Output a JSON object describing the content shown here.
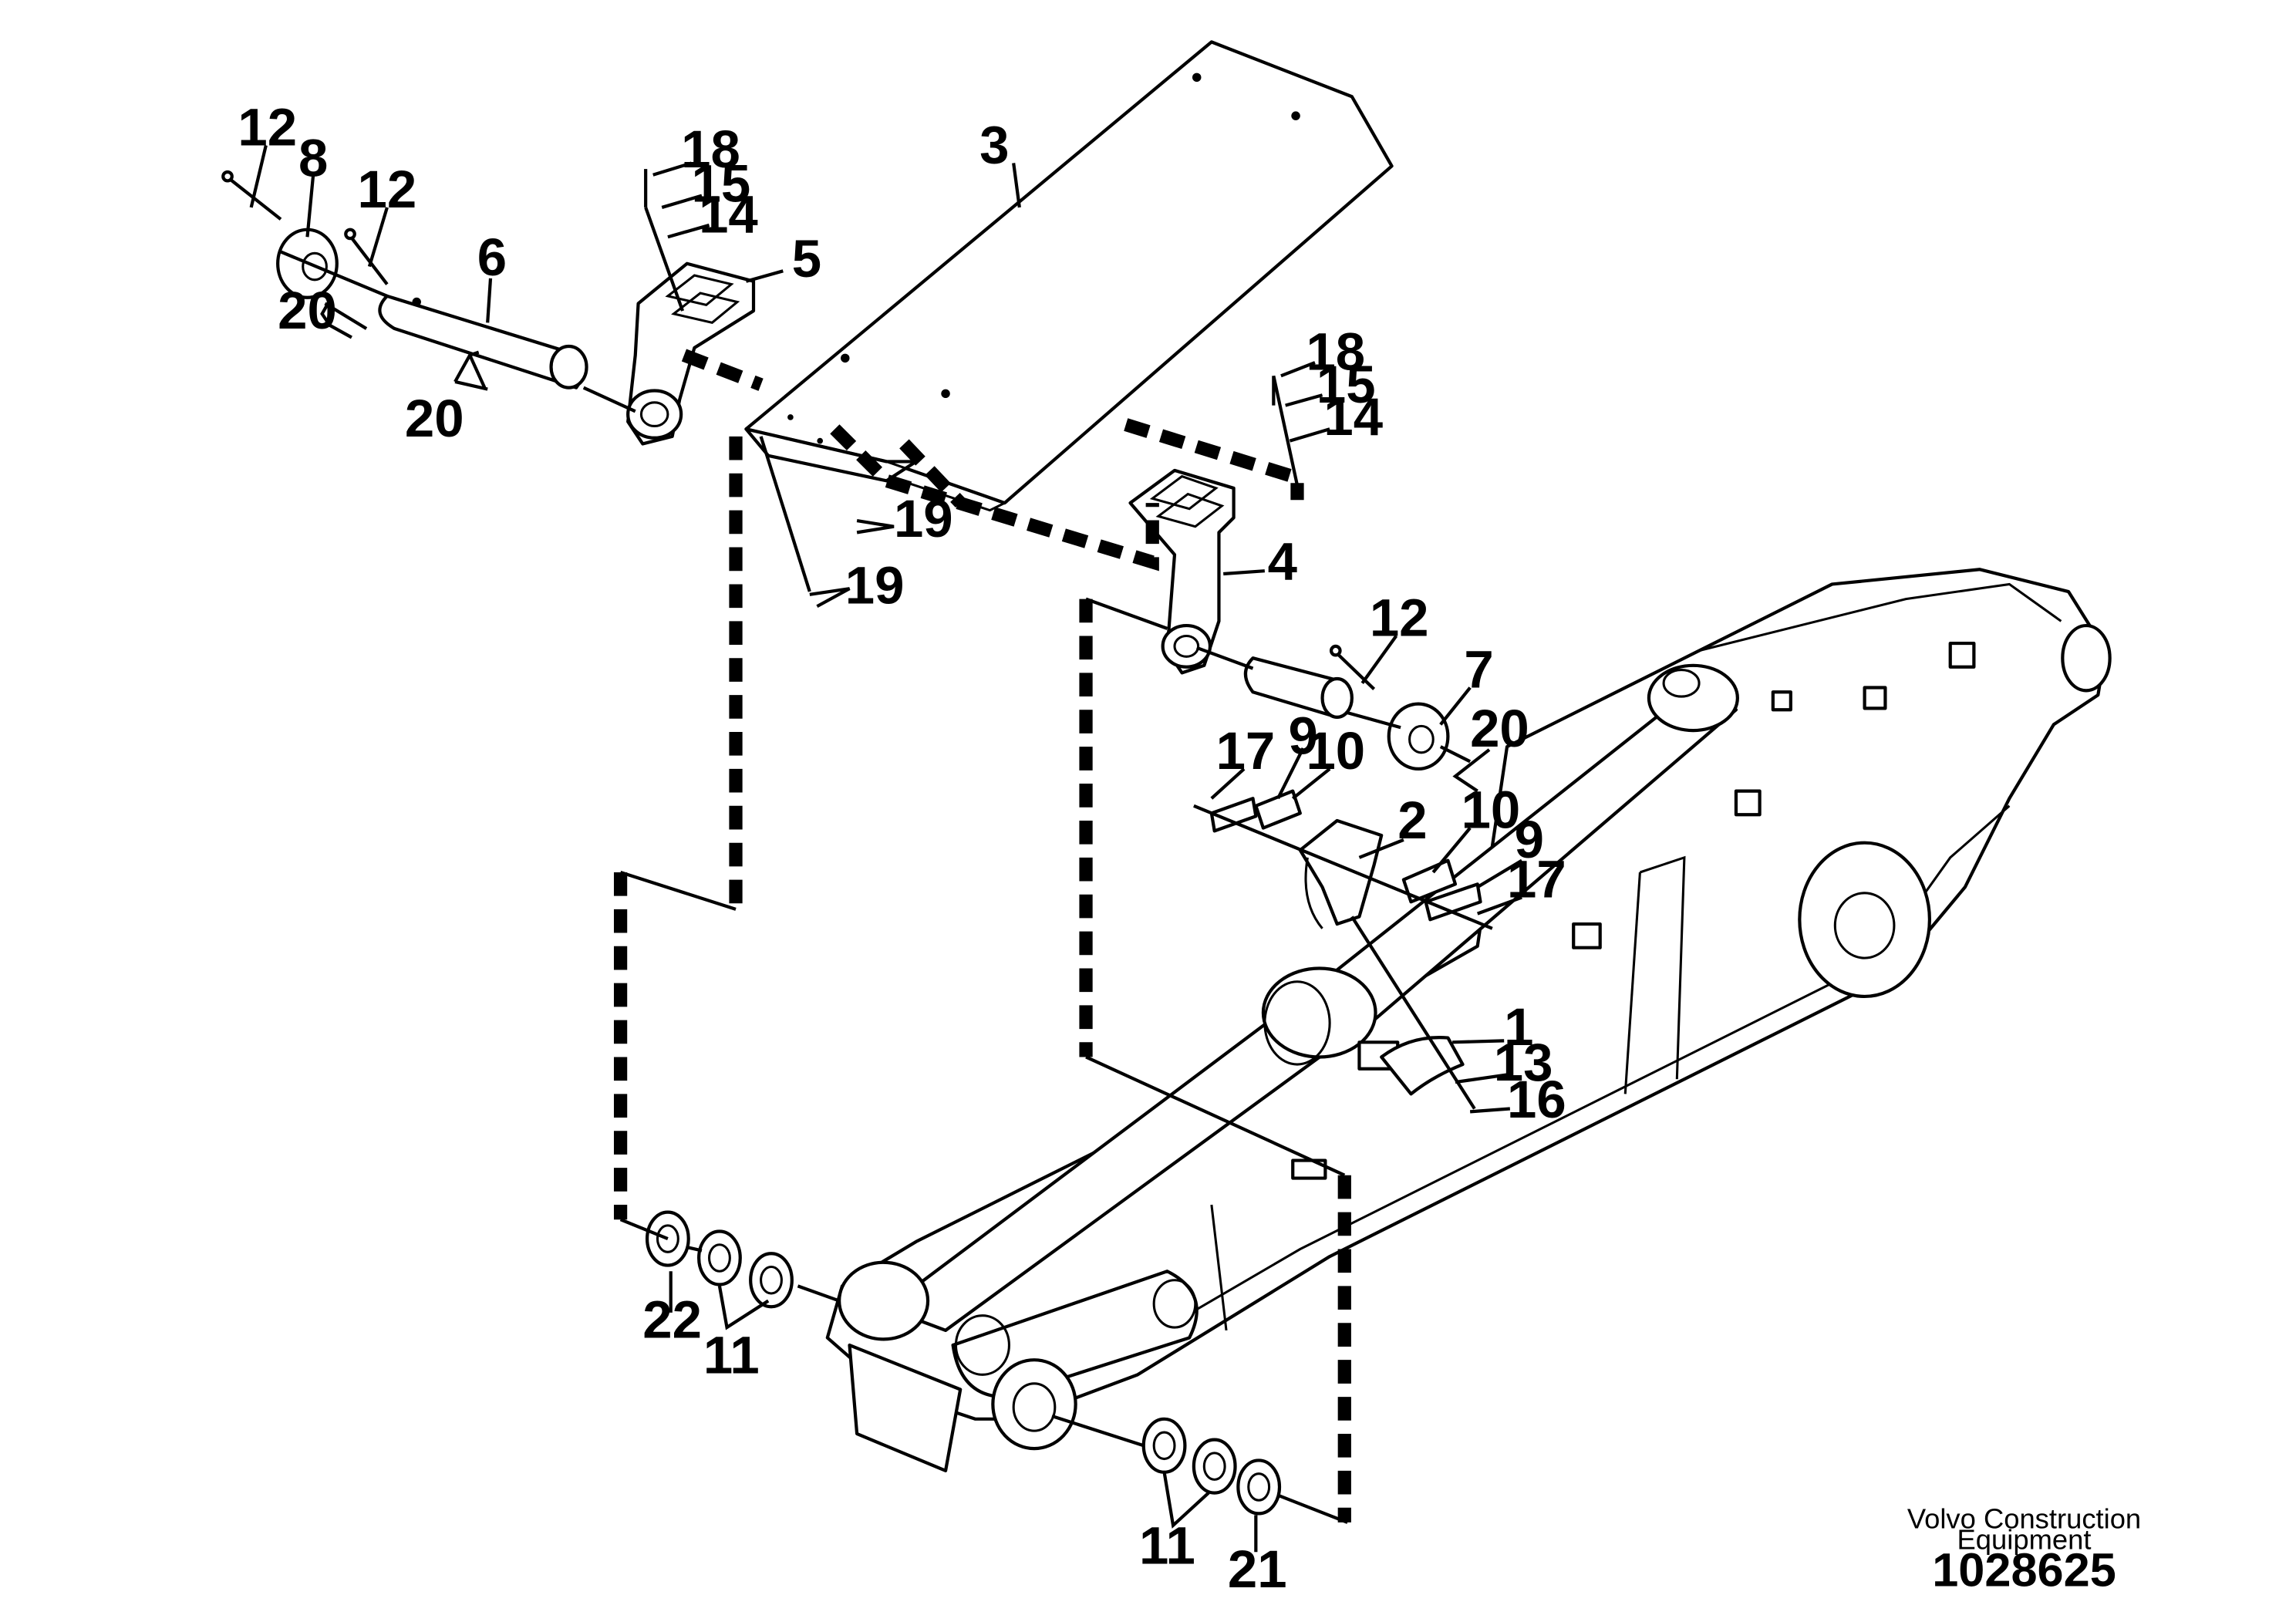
{
  "callouts": {
    "c12a": "12",
    "c8": "8",
    "c12b": "12",
    "c6": "6",
    "c20a": "20",
    "c20b": "20",
    "c18a": "18",
    "c15a": "15",
    "c14a": "14",
    "c5": "5",
    "c3": "3",
    "c18b": "18",
    "c15b": "15",
    "c14b": "14",
    "c19a": "19",
    "c19b": "19",
    "c4": "4",
    "c12c": "12",
    "c7": "7",
    "c20c": "20",
    "c17a": "17",
    "c9a": "9",
    "c10a": "10",
    "c2": "2",
    "c10b": "10",
    "c9b": "9",
    "c17b": "17",
    "c1": "1",
    "c13": "13",
    "c16": "16",
    "c22": "22",
    "c11a": "11",
    "c11b": "11",
    "c21": "21"
  },
  "footer": {
    "brand_line1": "Volvo Construction",
    "brand_line2": "Equipment",
    "document_number": "1028625"
  }
}
